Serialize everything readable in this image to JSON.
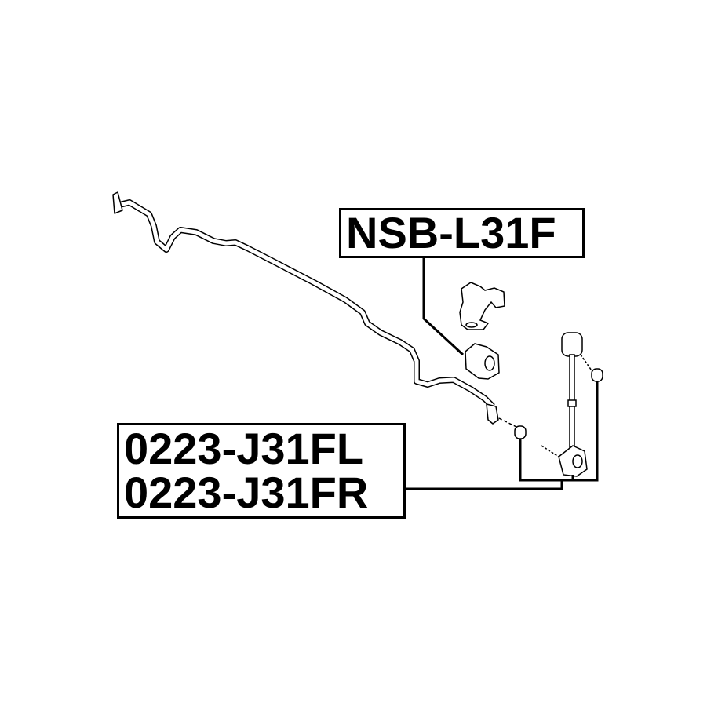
{
  "labels": {
    "bushing_part": "NSB-L31F",
    "link_part_left": "0223-J31FL",
    "link_part_right": "0223-J31FR"
  },
  "colors": {
    "line": "#000000",
    "background": "#ffffff"
  }
}
